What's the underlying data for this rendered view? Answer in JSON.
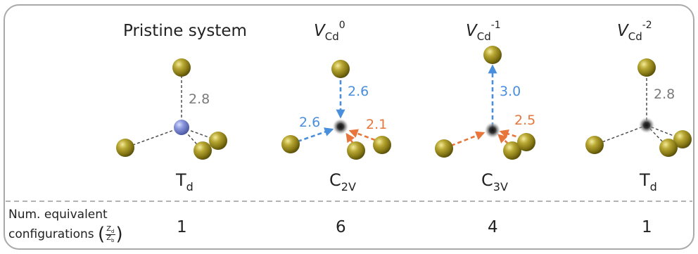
{
  "colors": {
    "border": "#a9a9a9",
    "separator": "#9a9a9a",
    "gold_atom": "#9b8d1d",
    "blue_atom": "#7280c8",
    "vacancy": "#222222",
    "blue_arrow": "#4a8fdb",
    "orange_arrow": "#e8753a",
    "gray_text": "#7a7a7a"
  },
  "headers": {
    "pristine": "Pristine system",
    "v0": {
      "base": "V",
      "sub": "Cd",
      "sup": "0"
    },
    "v1": {
      "base": "V",
      "sub": "Cd",
      "sup": "-1"
    },
    "v2": {
      "base": "V",
      "sub": "Cd",
      "sup": "-2"
    }
  },
  "symmetries": {
    "pristine": {
      "base": "T",
      "sub": "d"
    },
    "v0": {
      "base": "C",
      "sub": "2V"
    },
    "v1": {
      "base": "C",
      "sub": "3V"
    },
    "v2": {
      "base": "T",
      "sub": "d"
    }
  },
  "distances": {
    "pristine_top": "2.8",
    "v0_top": "2.6",
    "v0_left": "2.6",
    "v0_right": "2.1",
    "v1_top": "3.0",
    "v1_right": "2.5",
    "v2_top": "2.8"
  },
  "row": {
    "label_line1": "Num. equivalent",
    "label_line2": "configurations",
    "frac_num": "Z",
    "frac_num_sub": "d",
    "frac_den": "Z",
    "frac_den_sub": "b",
    "counts": [
      "1",
      "6",
      "4",
      "1"
    ]
  }
}
